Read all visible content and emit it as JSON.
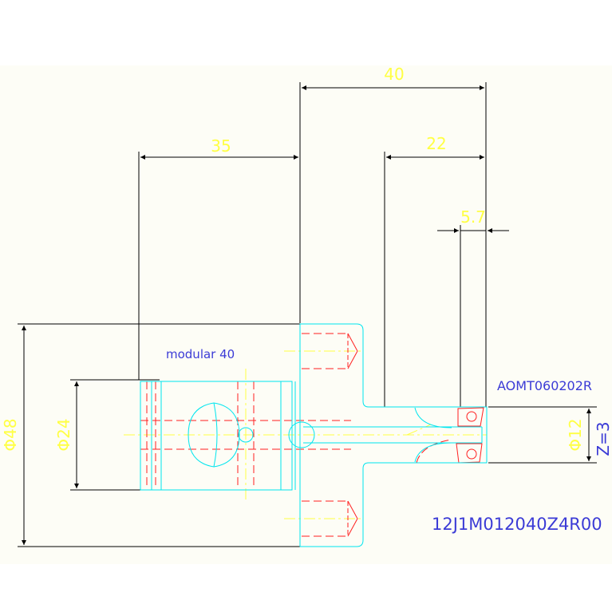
{
  "colors": {
    "background": "#fdfdf6",
    "dimension_line": "#000000",
    "dimension_text": "#ffff44",
    "outline": "#00e5ee",
    "hidden": "#ff2020",
    "center": "#ffff44",
    "label": "#3b3bd6"
  },
  "dimensions": {
    "top_overall": "40",
    "left_width": "35",
    "right_width": "22",
    "insert_width": "5.7",
    "outer_diameter": "Φ48",
    "inner_diameter": "Φ24",
    "shank_diameter": "Φ12",
    "teeth": "Z=3"
  },
  "labels": {
    "module": "modular 40",
    "insert_code": "AOMT060202R",
    "tool_code": "12J1M012040Z4R00"
  }
}
